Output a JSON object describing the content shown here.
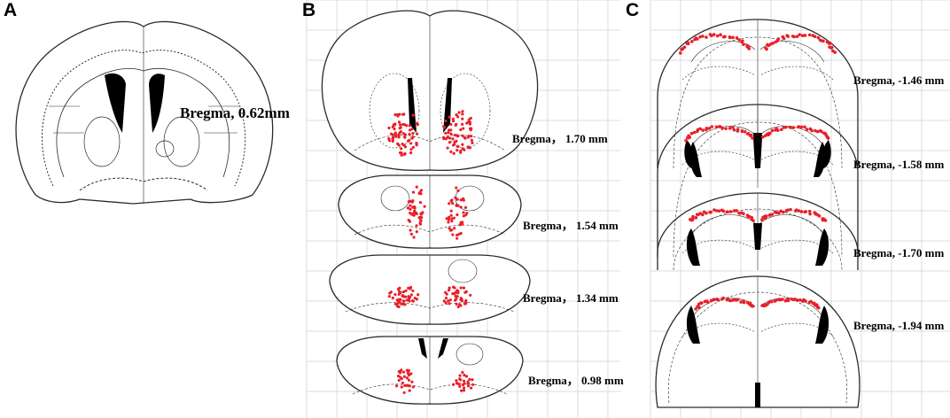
{
  "figure": {
    "panels": [
      {
        "letter": "A",
        "labels": [
          "Bregma, 0.62mm"
        ]
      },
      {
        "letter": "B",
        "labels": [
          "Bregma， 1.70 mm",
          "Bregma， 1.54 mm",
          "Bregma， 1.34 mm",
          "Bregma， 0.98 mm"
        ]
      },
      {
        "letter": "C",
        "labels": [
          "Bregma, -1.46 mm",
          "Bregma, -1.58 mm",
          "Bregma, -1.70 mm",
          "Bregma, -1.94 mm"
        ]
      }
    ],
    "colors": {
      "outline": "#2a2a2a",
      "ventricle": "#000000",
      "marker": "#e8202a",
      "grid": "#bdbdbd"
    }
  }
}
